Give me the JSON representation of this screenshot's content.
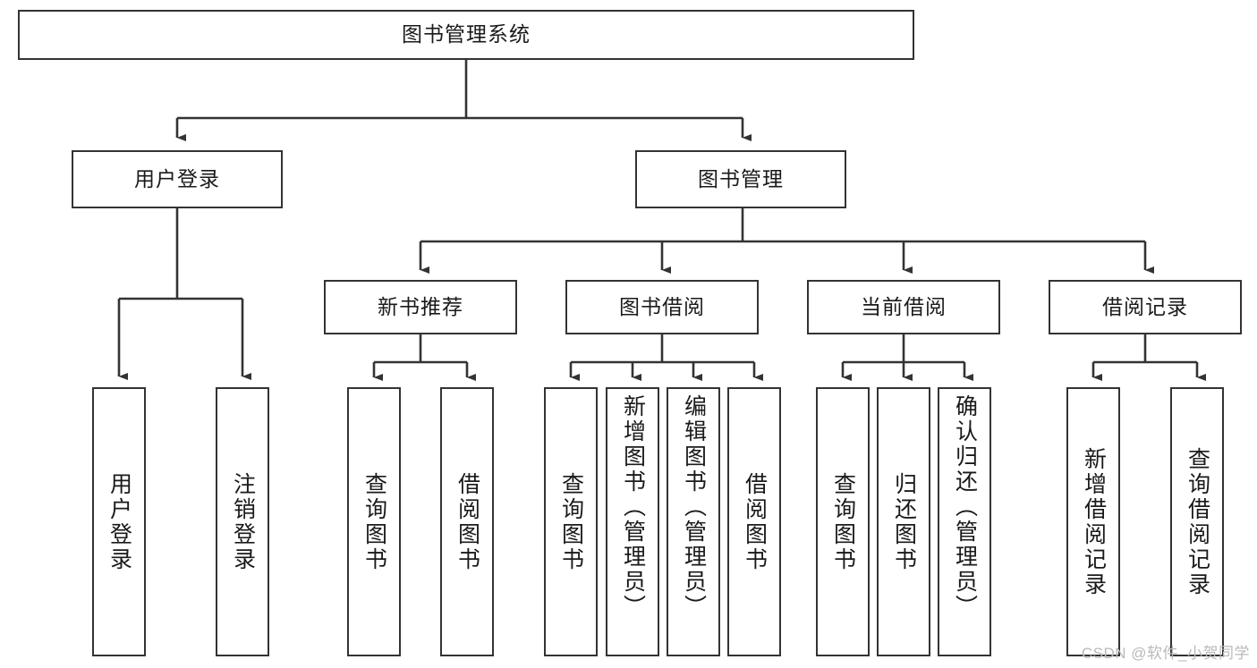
{
  "diagram": {
    "title": "图书管理系统",
    "type": "tree-hierarchy-diagram",
    "watermark": "CSDN @软件_小贺同学",
    "colors": {
      "box_border": "#333333",
      "box_fill": "#ffffff",
      "connector": "#333333",
      "text": "#1a1a1a",
      "watermark": "#b9b9b9",
      "background": "#ffffff"
    },
    "root": {
      "id": "root",
      "label": "图书管理系统",
      "orientation": "horizontal"
    },
    "level2": [
      {
        "id": "user-login",
        "label": "用户登录",
        "orientation": "horizontal"
      },
      {
        "id": "book-manage",
        "label": "图书管理",
        "orientation": "horizontal"
      }
    ],
    "level3": [
      {
        "id": "new-book-recommend",
        "label": "新书推荐",
        "orientation": "horizontal",
        "parent": "book-manage"
      },
      {
        "id": "book-borrow",
        "label": "图书借阅",
        "orientation": "horizontal",
        "parent": "book-manage"
      },
      {
        "id": "current-borrow",
        "label": "当前借阅",
        "orientation": "horizontal",
        "parent": "book-manage"
      },
      {
        "id": "borrow-record",
        "label": "借阅记录",
        "orientation": "horizontal",
        "parent": "book-manage"
      }
    ],
    "leaves": [
      {
        "id": "leaf-user-login",
        "label": "用户登录",
        "parent": "user-login"
      },
      {
        "id": "leaf-user-logout",
        "label": "注销登录",
        "parent": "user-login"
      },
      {
        "id": "leaf-query-book-rec",
        "label": "查询图书",
        "parent": "new-book-recommend"
      },
      {
        "id": "leaf-borrow-book-rec",
        "label": "借阅图书",
        "parent": "new-book-recommend"
      },
      {
        "id": "leaf-query-book-bor",
        "label": "查询图书",
        "parent": "book-borrow"
      },
      {
        "id": "leaf-add-book",
        "label": "新增图书（管理员）",
        "parent": "book-borrow"
      },
      {
        "id": "leaf-edit-book",
        "label": "编辑图书（管理员）",
        "parent": "book-borrow"
      },
      {
        "id": "leaf-borrow-book-bor",
        "label": "借阅图书",
        "parent": "book-borrow"
      },
      {
        "id": "leaf-query-book-cur",
        "label": "查询图书",
        "parent": "current-borrow"
      },
      {
        "id": "leaf-return-book",
        "label": "归还图书",
        "parent": "current-borrow"
      },
      {
        "id": "leaf-confirm-return",
        "label": "确认归还（管理员）",
        "parent": "current-borrow"
      },
      {
        "id": "leaf-add-record",
        "label": "新增借阅记录",
        "parent": "borrow-record"
      },
      {
        "id": "leaf-query-record",
        "label": "查询借阅记录",
        "parent": "borrow-record"
      }
    ]
  }
}
